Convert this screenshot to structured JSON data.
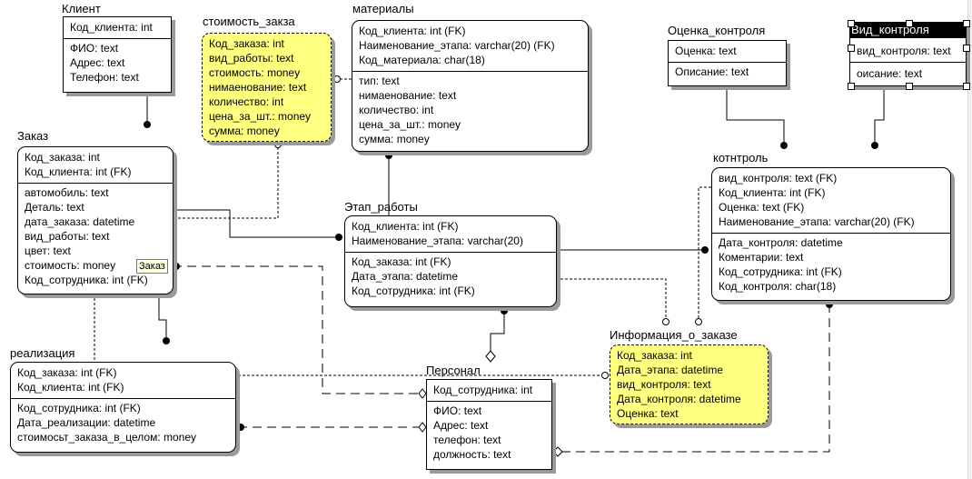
{
  "entities": [
    {
      "id": "klient",
      "title": "Клиент",
      "keys": [
        "Код_клиента: int"
      ],
      "attrs": [
        "ФИО: text",
        "Адрес: text",
        "Телефон: text"
      ],
      "style": "square"
    },
    {
      "id": "stoimost",
      "title": "стоимость_закза",
      "keys": [
        "Код_заказа: int",
        "вид_работы: text",
        "стоимость: money",
        "нимаенование: text",
        "количество: int",
        "цена_за_шт.: money",
        "сумма: money"
      ],
      "attrs": [],
      "style": "yellow"
    },
    {
      "id": "materialy",
      "title": "материалы",
      "keys": [
        "Код_клиента: int (FK)",
        "Наименование_этапа: varchar(20) (FK)",
        "Код_материала: char(18)"
      ],
      "attrs": [
        "тип: text",
        "нимаенование: text",
        "количество: int",
        "цена_за_шт.: money",
        "сумма: money"
      ],
      "style": "round"
    },
    {
      "id": "ocenka",
      "title": "Оценка_контроля",
      "keys": [
        "Оценка: text"
      ],
      "attrs": [
        "Описание: text"
      ],
      "style": "square"
    },
    {
      "id": "vid",
      "title": "Вид_контроля",
      "keys": [
        "вид_контроля: text"
      ],
      "attrs": [
        "оисание: text"
      ],
      "style": "selected"
    },
    {
      "id": "zakaz",
      "title": "Заказ",
      "keys": [
        "Код_заказа: int",
        "Код_клиента: int (FK)"
      ],
      "attrs": [
        "автомобиль: text",
        "Деталь: text",
        "дата_заказа: datetime",
        "вид_работы: text",
        "цвет: text",
        "стоимость: money",
        "Код_сотрудника: int (FK)"
      ],
      "style": "round"
    },
    {
      "id": "etap",
      "title": "Этап_работы",
      "keys": [
        "Код_клиента: int (FK)",
        "Наименование_этапа: varchar(20)"
      ],
      "attrs": [
        "Код_заказа: int (FK)",
        "Дата_этапа: datetime",
        "Код_сотрудника: int (FK)"
      ],
      "style": "round"
    },
    {
      "id": "kontrol",
      "title": "котнтроль",
      "keys": [
        "вид_контроля: text (FK)",
        "Код_клиента: int (FK)",
        "Оценка: text (FK)",
        "Наименование_этапа: varchar(20) (FK)"
      ],
      "attrs": [
        "Дата_контроля: datetime",
        "Коментарии: text",
        "Код_сотрудника: int (FK)",
        "Код_контроля: char(18)"
      ],
      "style": "round"
    },
    {
      "id": "realizaciya",
      "title": "реализация",
      "keys": [
        "Код_заказа: int (FK)",
        "Код_клиента: int (FK)"
      ],
      "attrs": [
        "Код_сотрудника: int (FK)",
        "Дата_реализации: datetime",
        "стоимосьт_заказа_в_целом: money"
      ],
      "style": "round"
    },
    {
      "id": "personal",
      "title": "Персонал",
      "keys": [
        "Код_сотрудника: int"
      ],
      "attrs": [
        "ФИО: text",
        "Адрес: text",
        "телефон: text",
        "должность: text"
      ],
      "style": "square"
    },
    {
      "id": "info",
      "title": "Информация_о_заказе",
      "keys": [
        "Код_заказа: int",
        "Дата_этапа: datetime",
        "вид_контроля: text",
        "Дата_контроля: datetime",
        "Оценка: text"
      ],
      "attrs": [],
      "style": "yellow"
    }
  ],
  "tooltip": "Заказ",
  "colors": {
    "view_fill": "#ffff80",
    "selected_title": "#000000",
    "shadow": "#9a9a9a"
  }
}
